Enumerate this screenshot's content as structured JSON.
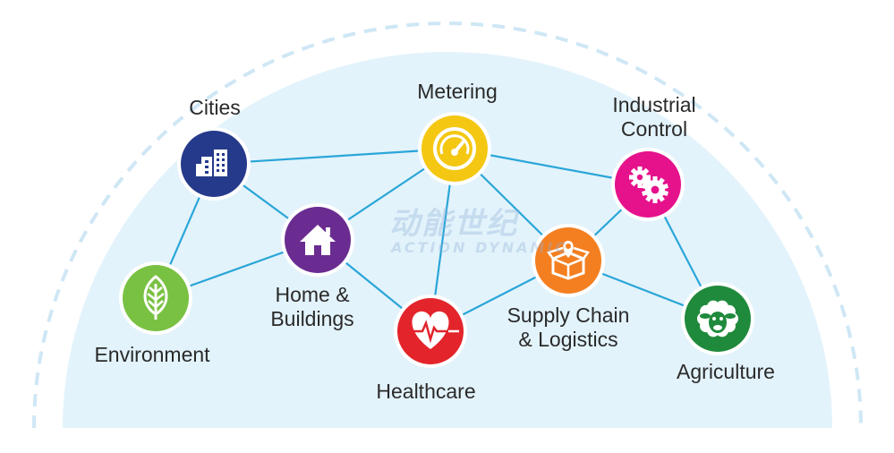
{
  "nodes": [
    {
      "id": "cities",
      "label": "Cities",
      "color": "#253a8a",
      "icon": "city-buildings-icon"
    },
    {
      "id": "metering",
      "label": "Metering",
      "color": "#f4c712",
      "icon": "gauge-meter-icon"
    },
    {
      "id": "industrial",
      "label": "Industrial\nControl",
      "color": "#e6128c",
      "icon": "gears-icon"
    },
    {
      "id": "home",
      "label": "Home &\nBuildings",
      "color": "#6a2c91",
      "icon": "house-icon"
    },
    {
      "id": "environment",
      "label": "Environment",
      "color": "#79c142",
      "icon": "leaf-icon"
    },
    {
      "id": "healthcare",
      "label": "Healthcare",
      "color": "#e3242b",
      "icon": "heart-pulse-icon"
    },
    {
      "id": "supply",
      "label": "Supply Chain\n& Logistics",
      "color": "#f47f20",
      "icon": "package-location-icon"
    },
    {
      "id": "agriculture",
      "label": "Agriculture",
      "color": "#1f8a3c",
      "icon": "sheep-icon"
    }
  ],
  "edges": [
    [
      "cities",
      "metering"
    ],
    [
      "cities",
      "home"
    ],
    [
      "cities",
      "environment"
    ],
    [
      "environment",
      "home"
    ],
    [
      "home",
      "metering"
    ],
    [
      "home",
      "healthcare"
    ],
    [
      "metering",
      "healthcare"
    ],
    [
      "metering",
      "supply"
    ],
    [
      "metering",
      "industrial"
    ],
    [
      "healthcare",
      "supply"
    ],
    [
      "supply",
      "industrial"
    ],
    [
      "supply",
      "agriculture"
    ],
    [
      "industrial",
      "agriculture"
    ]
  ],
  "watermark": {
    "cn": "动能世纪",
    "en": "ACTION DYNAMIC"
  },
  "colors": {
    "dome": "#e3f3fb",
    "dome_border": "#cfe7f5",
    "edge": "#2aa6d8"
  }
}
